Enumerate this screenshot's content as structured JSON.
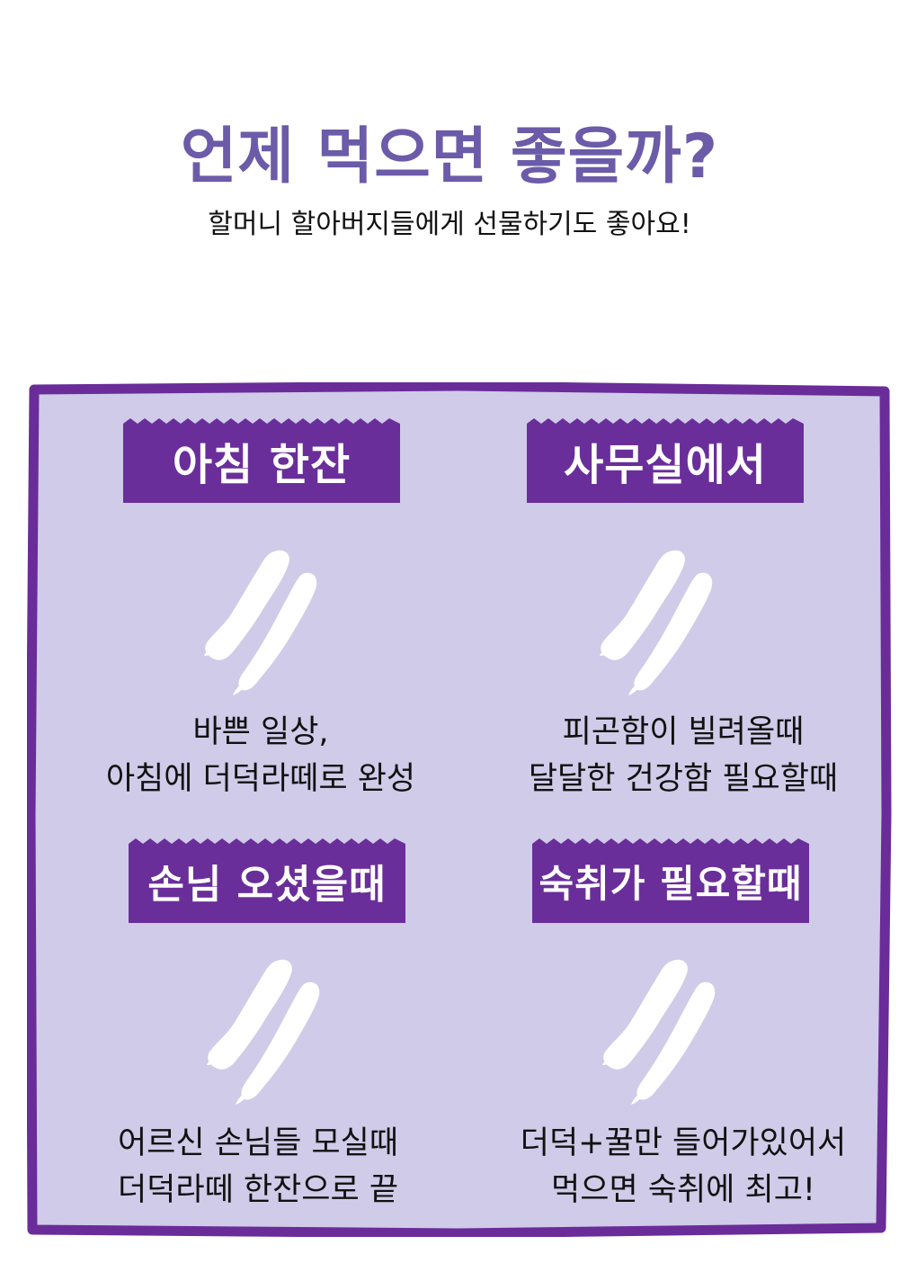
{
  "header": {
    "title": "언제 먹으면 좋을까?",
    "subtitle": "할머니 할아버지들에게 선물하기도 좋아요!"
  },
  "colors": {
    "title": "#6b5ba8",
    "banner": "#6a2e9a",
    "board_fill": "#cfcbe8",
    "board_border": "#6a2c99",
    "icon": "#ffffff"
  },
  "cards": [
    {
      "label": "아침 한잔",
      "icon": "deodeok-root-icon",
      "lines": [
        "바쁜 일상,",
        "아침에 더덕라떼로 완성"
      ]
    },
    {
      "label": "사무실에서",
      "icon": "deodeok-root-icon",
      "lines": [
        "피곤함이 빌려올때",
        "달달한 건강함 필요할때"
      ]
    },
    {
      "label": "손님 오셨을때",
      "icon": "deodeok-root-icon",
      "lines": [
        "어르신 손님들 모실때",
        "더덕라떼 한잔으로 끝"
      ]
    },
    {
      "label": "숙취가 필요할때",
      "icon": "deodeok-root-icon",
      "lines": [
        "더덕+꿀만 들어가있어서",
        "먹으면 숙취에 최고!"
      ]
    }
  ]
}
